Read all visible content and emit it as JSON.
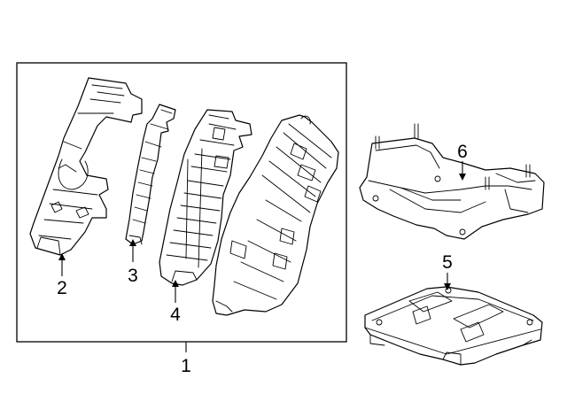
{
  "diagram": {
    "callouts": [
      {
        "id": "1",
        "label": "1"
      },
      {
        "id": "2",
        "label": "2"
      },
      {
        "id": "3",
        "label": "3"
      },
      {
        "id": "4",
        "label": "4"
      },
      {
        "id": "5",
        "label": "5"
      },
      {
        "id": "6",
        "label": "6"
      }
    ],
    "parts": [
      {
        "callout": "1",
        "group": "assembly-frame"
      },
      {
        "callout": "2",
        "shape": "cover"
      },
      {
        "callout": "3",
        "shape": "retainer"
      },
      {
        "callout": "4",
        "shape": "connector-block"
      },
      {
        "callout": "5",
        "shape": "control-module"
      },
      {
        "callout": "6",
        "shape": "mounting-bracket"
      }
    ]
  }
}
